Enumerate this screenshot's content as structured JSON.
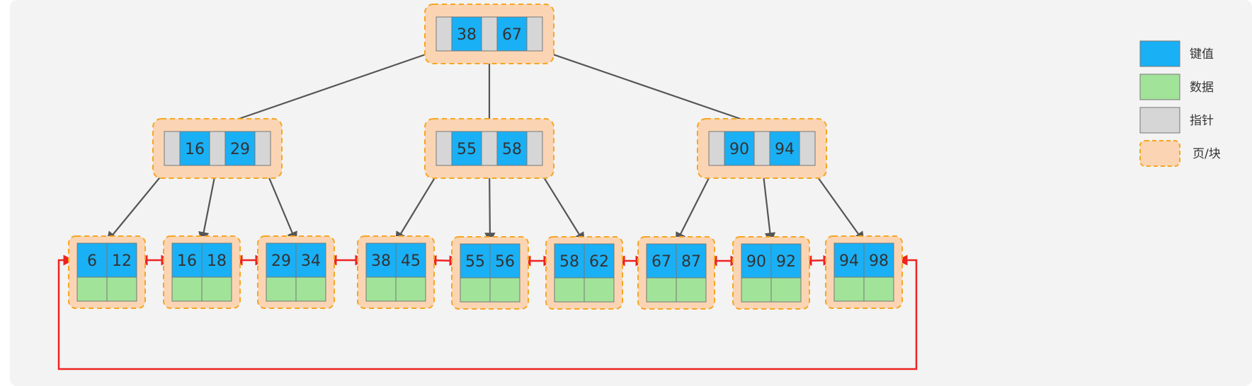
{
  "colors": {
    "key": "#1ab0f5",
    "data": "#a2e39a",
    "pointer": "#d6d6d6",
    "page": "#fbd5b3",
    "page_border": "#f5a623",
    "edge": "#555555",
    "link": "#ee2222"
  },
  "tree": {
    "root": {
      "keys": [
        "38",
        "67"
      ]
    },
    "internal": [
      {
        "keys": [
          "16",
          "29"
        ]
      },
      {
        "keys": [
          "55",
          "58"
        ]
      },
      {
        "keys": [
          "90",
          "94"
        ]
      }
    ],
    "leaves": [
      {
        "keys": [
          "6",
          "12"
        ]
      },
      {
        "keys": [
          "16",
          "18"
        ]
      },
      {
        "keys": [
          "29",
          "34"
        ]
      },
      {
        "keys": [
          "38",
          "45"
        ]
      },
      {
        "keys": [
          "55",
          "56"
        ]
      },
      {
        "keys": [
          "58",
          "62"
        ]
      },
      {
        "keys": [
          "67",
          "87"
        ]
      },
      {
        "keys": [
          "90",
          "92"
        ]
      },
      {
        "keys": [
          "94",
          "98"
        ]
      }
    ]
  },
  "legend": [
    {
      "label": "键值",
      "kind": "key"
    },
    {
      "label": "数据",
      "kind": "data"
    },
    {
      "label": "指针",
      "kind": "pointer"
    },
    {
      "label": "页/块",
      "kind": "page"
    }
  ]
}
